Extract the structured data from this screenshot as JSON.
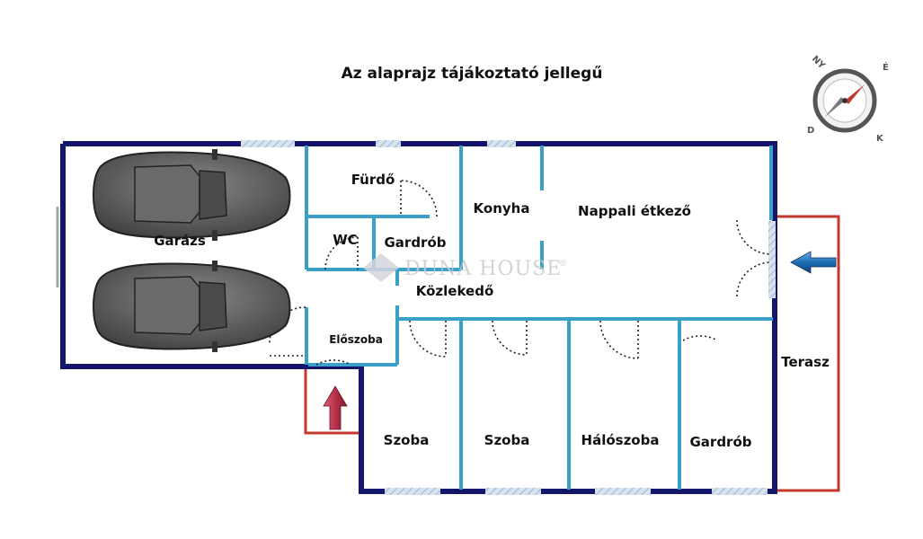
{
  "title": "Az alaprajz tájákoztató jellegű",
  "watermark": "DUNA HOUSE",
  "watermark_mark": "®",
  "rooms": {
    "garazs": "Garázs",
    "furdo": "Fürdő",
    "konyha": "Konyha",
    "nappali": "Nappali étkező",
    "wc": "WC",
    "gardrob1": "Gardrób",
    "kozlekedo": "Közlekedő",
    "eloszoba": "Előszoba",
    "szoba1": "Szoba",
    "szoba2": "Szoba",
    "haloszoba": "Hálószoba",
    "gardrob2": "Gardrób",
    "terasz": "Terasz"
  },
  "compass": {
    "n": "NY",
    "e": "É",
    "s": "D",
    "w": "K"
  },
  "icons": {
    "entrance_arrow": "arrow-up-icon",
    "terrace_arrow": "arrow-left-icon",
    "compass": "compass-icon",
    "cars": "car-icon"
  },
  "colors": {
    "outer_wall": "#14166b",
    "inner_wall": "#3aa0c8",
    "window": "#c9d8e6",
    "terrace_outline": "#c0392b",
    "entrance_arrow": "#b8324a",
    "terrace_arrow": "#1f6fb5",
    "car_body": "#565656"
  }
}
